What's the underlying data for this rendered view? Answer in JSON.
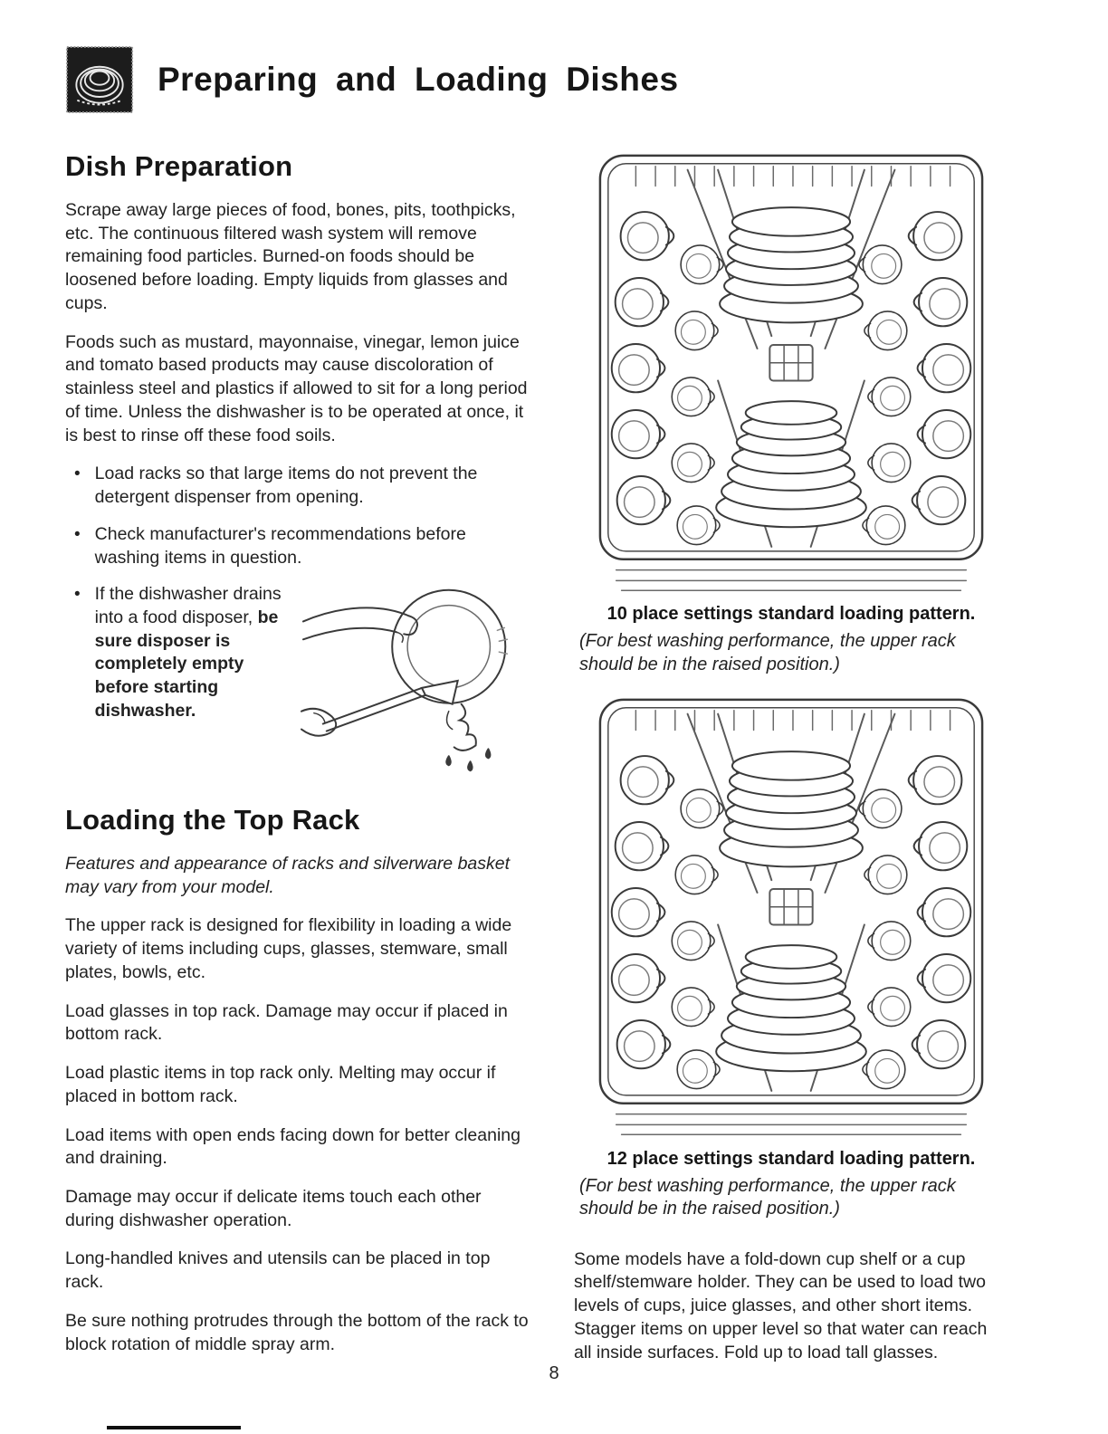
{
  "header": {
    "title": "Preparing and Loading Dishes",
    "icon": "stacked-dishes-icon"
  },
  "dish_preparation": {
    "heading": "Dish Preparation",
    "paragraphs": [
      "Scrape away large pieces of food, bones, pits, toothpicks, etc. The continuous filtered wash system will remove remaining food particles. Burned-on foods should be loosened before loading. Empty liquids from glasses and cups.",
      "Foods such as mustard, mayonnaise, vinegar, lemon juice and tomato based products may cause discoloration of stainless steel and plastics if allowed to sit for a long period of time. Unless the dishwasher is to be operated at once, it is best to rinse off these food soils."
    ],
    "bullets": [
      {
        "text": "Load racks so that large items do not prevent the detergent dispenser from opening.",
        "bold": ""
      },
      {
        "text": "Check manufacturer's recommendations before washing items in question.",
        "bold": ""
      },
      {
        "text": "If the dishwasher drains into a food disposer, ",
        "bold": "be sure disposer is completely empty before starting dishwasher."
      }
    ]
  },
  "loading_top_rack": {
    "heading": "Loading the Top Rack",
    "note": "Features and appearance of racks and silverware basket may vary from your model.",
    "paragraphs": [
      "The upper rack is designed for flexibility in loading a wide variety of items including cups, glasses, stemware, small plates, bowls, etc.",
      "Load glasses in top rack. Damage may occur if placed in bottom rack.",
      "Load plastic items in top rack only. Melting may occur if placed in bottom rack.",
      "Load items with open ends facing down for better cleaning and draining.",
      "Damage may occur if delicate items touch each other during dishwasher operation.",
      "Long-handled knives and utensils can be placed in top rack.",
      "Be sure nothing protrudes through the bottom of the rack to block rotation of middle spray arm."
    ]
  },
  "figures": {
    "fig10": {
      "caption": "10 place settings standard loading pattern.",
      "note": "(For best washing performance, the upper rack should be in the raised position.)"
    },
    "fig12": {
      "caption": "12 place settings standard loading pattern.",
      "note": "(For best washing performance, the upper rack should be in the raised position.)"
    }
  },
  "cup_shelf": {
    "text": "Some models have a fold-down cup shelf or a  cup shelf/stemware holder. They can be used to load two levels of cups, juice glasses, and other short items. Stagger items on upper level so that water can reach all inside surfaces. Fold up to load tall glasses."
  },
  "footer": {
    "page_number": "8"
  }
}
